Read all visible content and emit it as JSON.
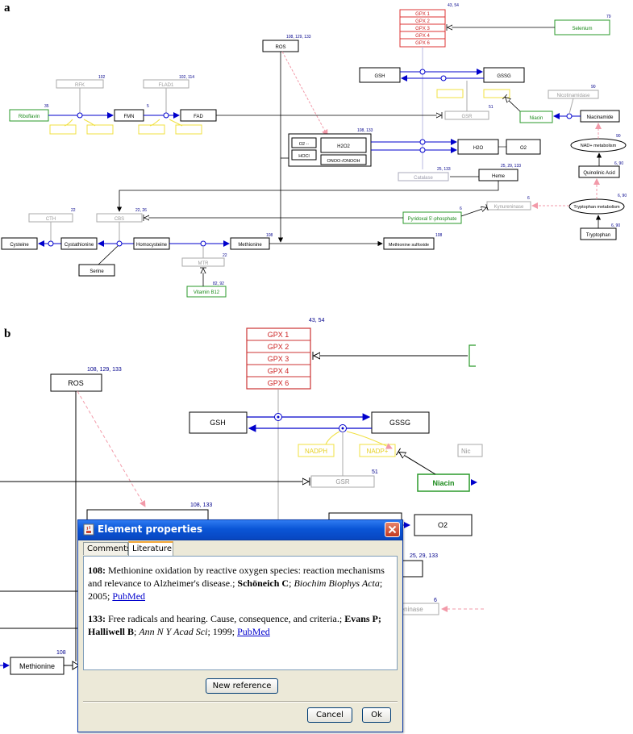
{
  "panels": {
    "a": "a",
    "b": "b"
  },
  "diagram_a": {
    "gpx": [
      "GPX 1",
      "GPX 2",
      "GPX 3",
      "GPX 4",
      "GPX 6"
    ],
    "gpx_refs": "43, 54",
    "selenium": "Selenium",
    "selenium_ref": "79",
    "ros": "ROS",
    "ros_refs": "108, 129, 133",
    "gsh": "GSH",
    "gssg": "GSSG",
    "rfk": "RFK",
    "rfk_ref": "102",
    "flad1": "FLAD1",
    "flad1_refs": "102, 114",
    "riboflavin": "Riboflavin",
    "riboflavin_ref": "35",
    "fmn": "FMN",
    "fmn_ref": "5",
    "fad": "FAD",
    "gsr": "GSR",
    "gsr_ref": "51",
    "nicotinamidase": "Nicotinamidase",
    "nicotinamidase_ref": "90",
    "niacin": "Niacin",
    "niacinamide": "Niacinamide",
    "nad": "NAD+ metabolism",
    "nad_ref": "90",
    "o2_minus": "O2 -·",
    "hocl": "HOCl",
    "h2o2": "H2O2",
    "onoo": "ONOO-/ONOOH",
    "box_refs": "108, 133",
    "h2o": "H2O",
    "o2": "O2",
    "catalase": "Catalase",
    "catalase_refs": "25, 133",
    "heme": "Heme",
    "heme_refs": "25, 29, 133",
    "quinolinic": "Quinolinic Acid",
    "quinolinic_refs": "6, 90",
    "trp_metab": "Tryptophan metabolism",
    "trp_metab_refs": "6, 90",
    "tryptophan": "Tryptophan",
    "tryptophan_refs": "6, 90",
    "kynureninase": "Kynureninase",
    "kynureninase_ref": "6",
    "pyridoxal": "Pyridoxal 5'-phosphate",
    "pyridoxal_ref": "6",
    "cth": "CTH",
    "cth_ref": "22",
    "cbs": "CBS",
    "cbs_refs": "22, 26",
    "cysteine": "Cysteine",
    "cystathionine": "Cystathionine",
    "homocysteine": "Homocysteine",
    "serine": "Serine",
    "methionine": "Methionine",
    "methionine_ref": "108",
    "met_sulfoxide": "Methionine sulfoxide",
    "met_sulfoxide_ref": "108",
    "mtr": "MTR",
    "mtr_ref": "22",
    "b12": "Vitamin B12",
    "b12_refs": "82, 92"
  },
  "diagram_b": {
    "gpx": [
      "GPX 1",
      "GPX 2",
      "GPX 3",
      "GPX 4",
      "GPX 6"
    ],
    "gpx_refs": "43, 54",
    "ros": "ROS",
    "ros_refs": "108, 129, 133",
    "gsh": "GSH",
    "gssg": "GSSG",
    "nadph": "NADPH",
    "nadp": "NADP+",
    "nic": "Nic",
    "gsr": "GSR",
    "gsr_ref": "51",
    "niacin": "Niacin",
    "box_refs": "108, 133",
    "o2": "O2",
    "heme_refs": "25, 29, 133",
    "kyn_partial": "reninase",
    "kyn_ref": "6",
    "methionine": "Methionine",
    "methionine_ref": "108"
  },
  "dialog": {
    "title": "Element properties",
    "tabs": [
      "Comments",
      "Literature"
    ],
    "refs": [
      {
        "num": "108:",
        "title": "Methionine oxidation by reactive oxygen species: reaction mechanisms and relevance to Alzheimer's disease.;",
        "authors": "Schöneich C",
        "journal": "Biochim Biophys Acta",
        "year": "; 2005;",
        "link": "PubMed"
      },
      {
        "num": "133:",
        "title": "Free radicals and hearing. Cause, consequence, and criteria.;",
        "authors": "Evans P; Halliwell B",
        "journal": "Ann N Y Acad Sci",
        "year": "; 1999;",
        "link": "PubMed"
      }
    ],
    "new_reference": "New reference",
    "cancel": "Cancel",
    "ok": "Ok"
  }
}
